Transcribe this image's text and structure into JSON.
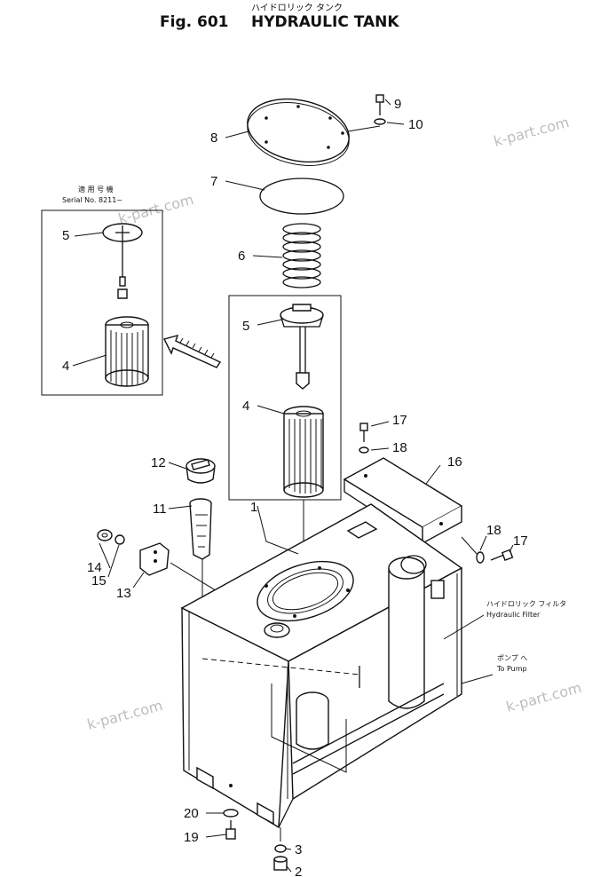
{
  "header": {
    "fig_label": "Fig. 601",
    "title_en": "HYDRAULIC TANK",
    "title_jp": "ハイドロリック タンク"
  },
  "inset": {
    "jp_label": "適 用 号 機",
    "serial_label": "Serial No. 8211~"
  },
  "callouts": {
    "c1": "1",
    "c2": "2",
    "c3": "3",
    "c4a": "4",
    "c4b": "4",
    "c5a": "5",
    "c5b": "5",
    "c6": "6",
    "c7": "7",
    "c8": "8",
    "c9": "9",
    "c10": "10",
    "c11": "11",
    "c12": "12",
    "c13": "13",
    "c14": "14",
    "c15": "15",
    "c16": "16",
    "c17a": "17",
    "c17b": "17",
    "c18a": "18",
    "c18b": "18",
    "c19": "19",
    "c20": "20"
  },
  "notes": {
    "filter_jp": "ハイドロリック フィルタ",
    "filter_en": "Hydraulic Filter",
    "pump_jp": "ポンプ へ",
    "pump_en": "To Pump"
  },
  "watermarks": [
    "k-part.com",
    "k-part.com",
    "k-part.com",
    "k-part.com"
  ]
}
